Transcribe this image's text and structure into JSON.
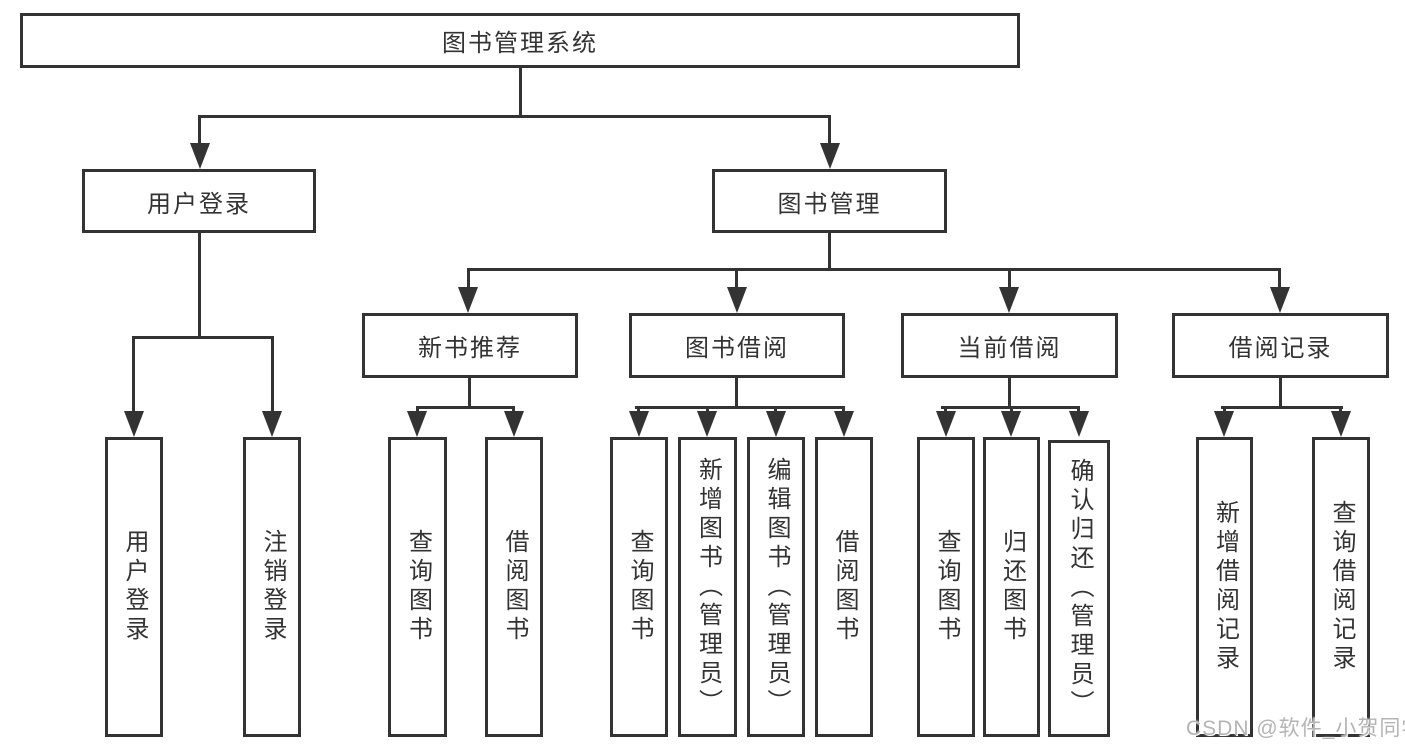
{
  "diagram": {
    "root": {
      "label": "图书管理系统"
    },
    "branches": [
      {
        "label": "用户登录",
        "children": [
          {
            "label": "用户登录"
          },
          {
            "label": "注销登录"
          }
        ]
      },
      {
        "label": "图书管理",
        "children": [
          {
            "label": "新书推荐",
            "children": [
              {
                "label": "查询图书"
              },
              {
                "label": "借阅图书"
              }
            ]
          },
          {
            "label": "图书借阅",
            "children": [
              {
                "label": "查询图书"
              },
              {
                "label": "新增图书（管理员）"
              },
              {
                "label": "编辑图书（管理员）"
              },
              {
                "label": "借阅图书"
              }
            ]
          },
          {
            "label": "当前借阅",
            "children": [
              {
                "label": "查询图书"
              },
              {
                "label": "归还图书"
              },
              {
                "label": "确认归还（管理员）"
              }
            ]
          },
          {
            "label": "借阅记录",
            "children": [
              {
                "label": "新增借阅记录"
              },
              {
                "label": "查询借阅记录"
              }
            ]
          }
        ]
      }
    ],
    "watermark": "CSDN @软件_小贺同学",
    "colors": {
      "line": "#333333",
      "text": "#333333",
      "background": "#ffffff",
      "watermark": "#b4b4b4"
    }
  }
}
